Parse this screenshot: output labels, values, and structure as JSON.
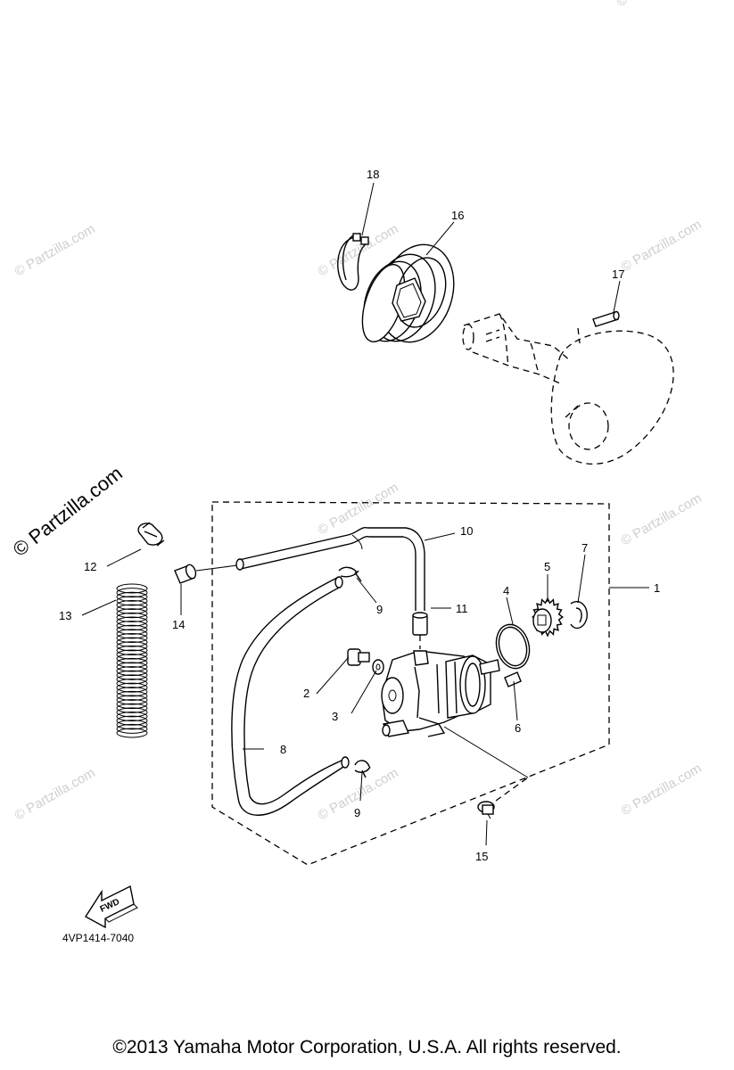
{
  "watermark": {
    "main": "© Partzilla.com",
    "faint": "© Partzilla.com"
  },
  "callouts": {
    "c1": "1",
    "c2": "2",
    "c3": "3",
    "c4": "4",
    "c5": "5",
    "c6": "6",
    "c7": "7",
    "c8": "8",
    "c9a": "9",
    "c9b": "9",
    "c10": "10",
    "c11": "11",
    "c12": "12",
    "c13": "13",
    "c14": "14",
    "c15": "15",
    "c16": "16",
    "c17": "17",
    "c18": "18"
  },
  "fwd_label": "FWD",
  "diagram_code": "4VP1414-7040",
  "copyright": "©2013 Yamaha Motor Corporation, U.S.A. All rights reserved."
}
